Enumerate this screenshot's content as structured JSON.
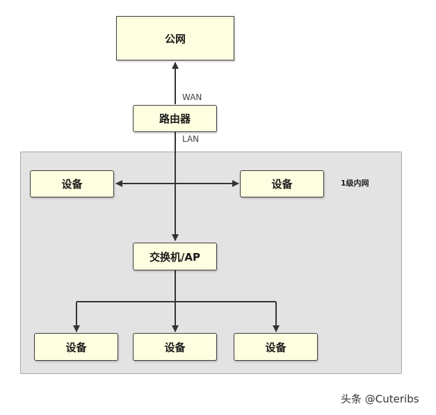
{
  "nodes": {
    "public": "公网",
    "router": "路由器",
    "switch": "交换机/AP",
    "device_left": "设备",
    "device_right": "设备",
    "device_bottom_left": "设备",
    "device_bottom_center": "设备",
    "device_bottom_right": "设备"
  },
  "edge_labels": {
    "wan": "WAN",
    "lan": "LAN"
  },
  "zone_label": "1级内网",
  "watermark": "头条 @Cuteribs",
  "colors": {
    "node_fill": "#fefee0",
    "zone_fill": "#e3e3e3",
    "edge": "#333333"
  }
}
